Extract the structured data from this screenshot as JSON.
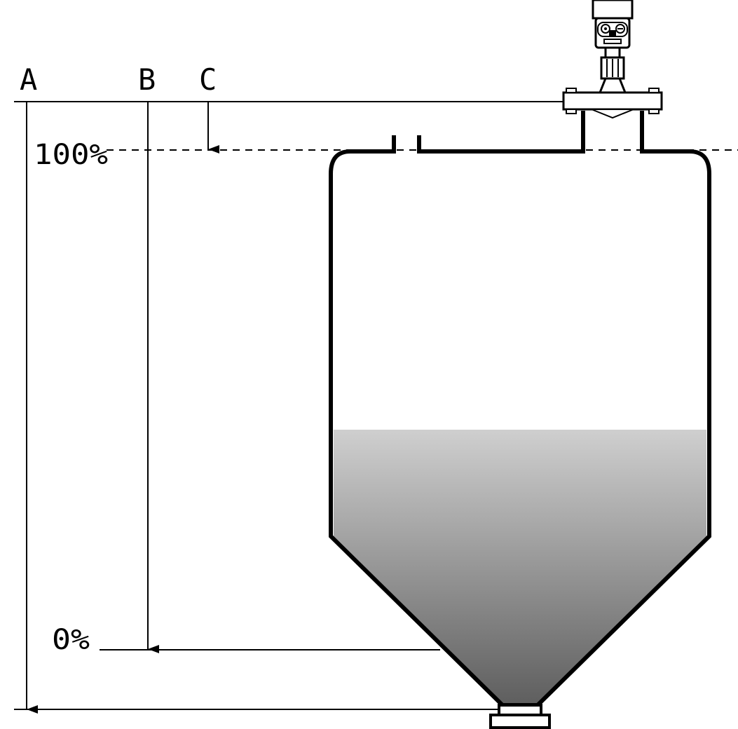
{
  "labels": {
    "a": "A",
    "b": "B",
    "c": "C",
    "full": "100%",
    "empty": "0%"
  },
  "colors": {
    "line": "#000000",
    "background": "#ffffff",
    "fill_top": "#cfcfcf",
    "fill_bottom": "#5e5e5e"
  },
  "icons": {
    "transmitter": "radar-level-transmitter-icon"
  }
}
